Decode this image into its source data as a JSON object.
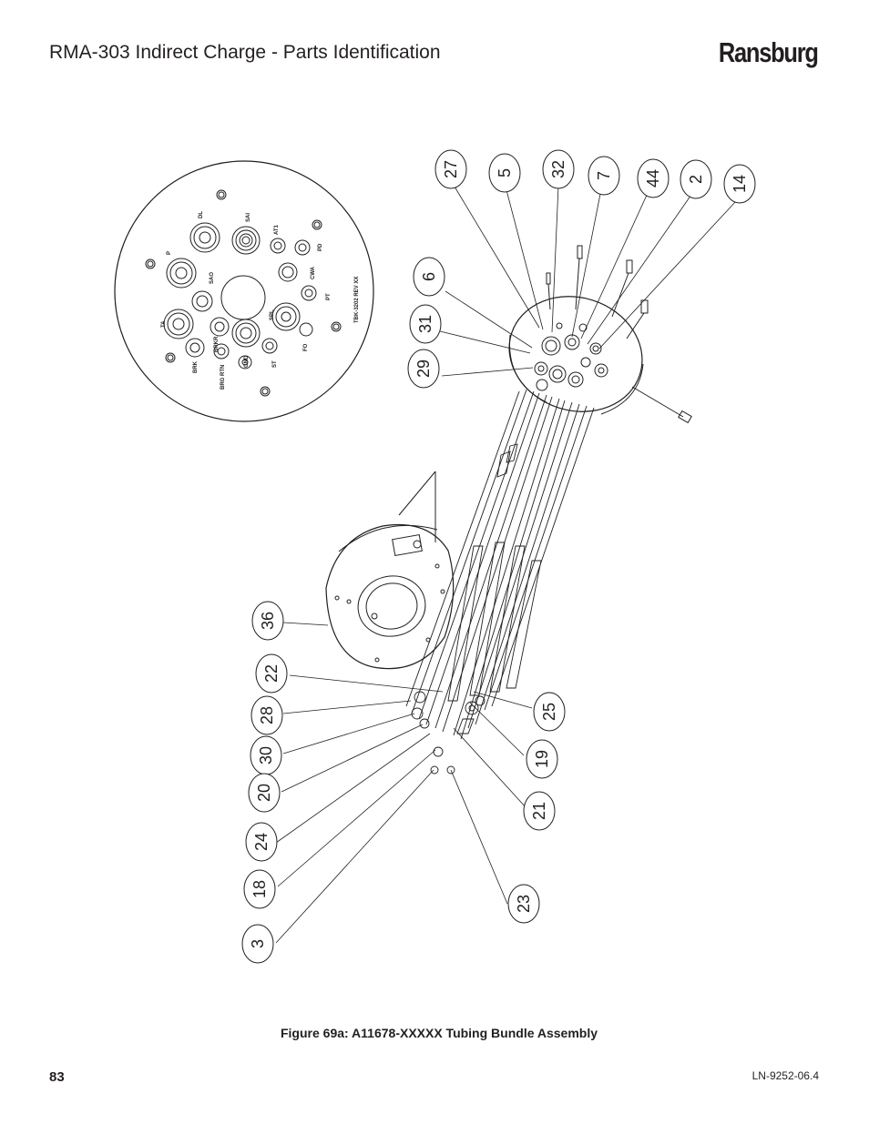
{
  "header": {
    "title": "RMA-303 Indirect Charge - Parts Identification",
    "brand": "Ransburg"
  },
  "figure": {
    "caption": "Figure 69a:  A11678-XXXXX Tubing Bundle Assembly",
    "plate_labels": [
      "DL",
      "SAI",
      "AT1",
      "P",
      "PD",
      "SAO",
      "CWA",
      "PT",
      "TA",
      "TBK-3202 REV XX",
      "BRK",
      "BRKR",
      "SPL",
      "FO",
      "GND",
      "ST",
      "BRG RTN"
    ],
    "callouts": [
      "27",
      "5",
      "32",
      "7",
      "44",
      "2",
      "14",
      "6",
      "31",
      "29",
      "36",
      "22",
      "28",
      "30",
      "20",
      "24",
      "18",
      "3",
      "25",
      "19",
      "21",
      "23"
    ]
  },
  "footer": {
    "page_number": "83",
    "doc_number": "LN-9252-06.4"
  }
}
